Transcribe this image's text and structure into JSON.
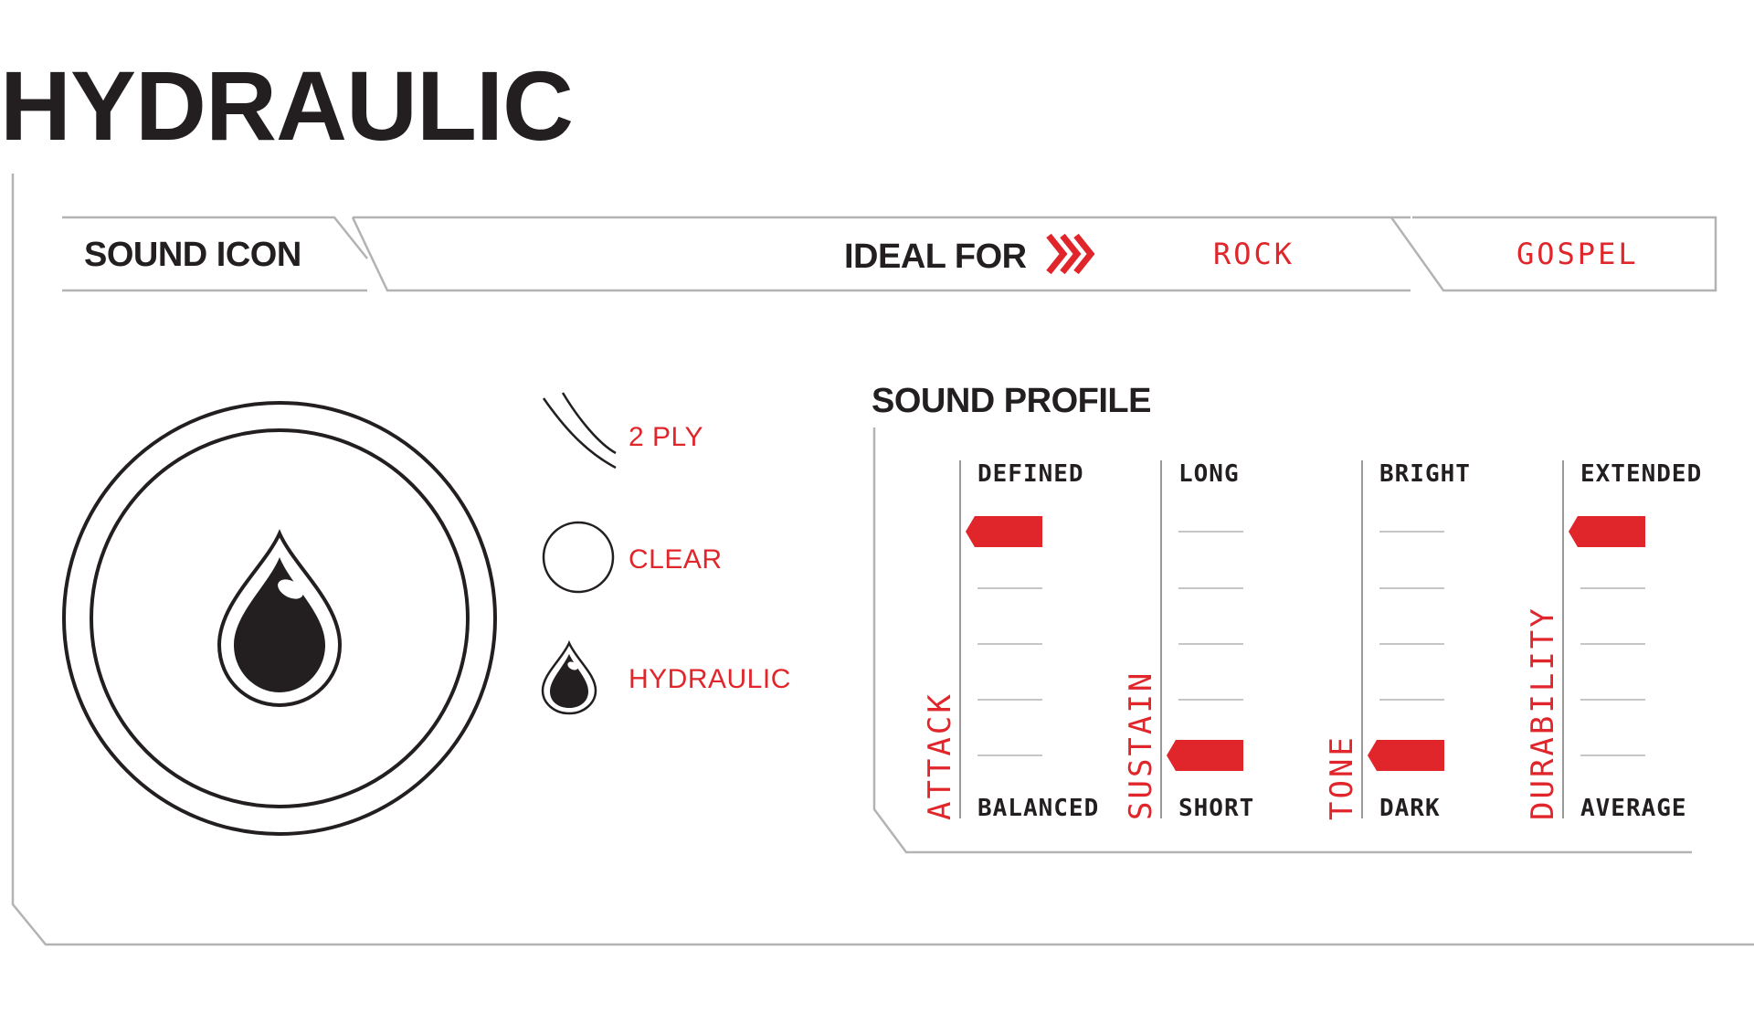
{
  "title": "HYDRAULIC",
  "header": {
    "sound_icon_label": "SOUND ICON",
    "ideal_for_label": "IDEAL FOR",
    "genres": [
      "ROCK",
      "GOSPEL"
    ]
  },
  "head_options": [
    {
      "label": "2 PLY",
      "icon": "ply-arcs-icon"
    },
    {
      "label": "CLEAR",
      "icon": "clear-circle-icon"
    },
    {
      "label": "HYDRAULIC",
      "icon": "hydraulic-drop-icon"
    }
  ],
  "sound_profile": {
    "heading": "SOUND PROFILE",
    "scales": [
      {
        "name": "ATTACK",
        "top": "DEFINED",
        "bottom": "BALANCED",
        "level": 5,
        "steps": 5
      },
      {
        "name": "SUSTAIN",
        "top": "LONG",
        "bottom": "SHORT",
        "level": 1,
        "steps": 5
      },
      {
        "name": "TONE",
        "top": "BRIGHT",
        "bottom": "DARK",
        "level": 1,
        "steps": 5
      },
      {
        "name": "DURABILITY",
        "top": "EXTENDED",
        "bottom": "AVERAGE",
        "level": 5,
        "steps": 5
      }
    ]
  },
  "colors": {
    "accent": "#e0262b",
    "ink": "#231f20",
    "rule": "#b3b3b3"
  }
}
